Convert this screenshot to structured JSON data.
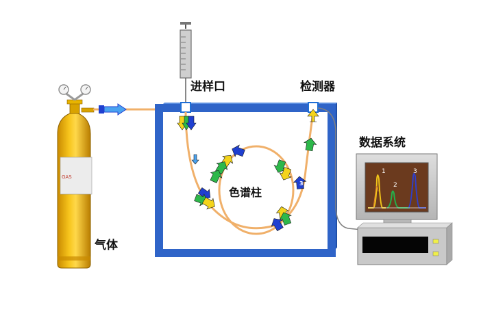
{
  "labels": {
    "injector": "进样口",
    "detector": "检测器",
    "data_system": "数据系统",
    "column": "色谱柱",
    "gas": "气体"
  },
  "cylinder_tag": "GAS",
  "chromatogram": {
    "peak_labels": [
      "1",
      "2",
      "3"
    ],
    "peak_colors": [
      "#f0c419",
      "#22b14c",
      "#2f3ec9"
    ]
  },
  "band_badge": "3",
  "colors": {
    "oven_frame": "#2f64c8",
    "cylinder": "#f2b705",
    "tubing": "#f0b06a",
    "arrow_blue": "#1f3fd0",
    "arrow_green": "#2db84a",
    "arrow_yellow": "#f4d41c",
    "computer": "#c9c9c9"
  },
  "icons": [
    "gas-cylinder-icon",
    "pressure-gauge-icon",
    "syringe-icon",
    "computer-monitor-icon"
  ]
}
